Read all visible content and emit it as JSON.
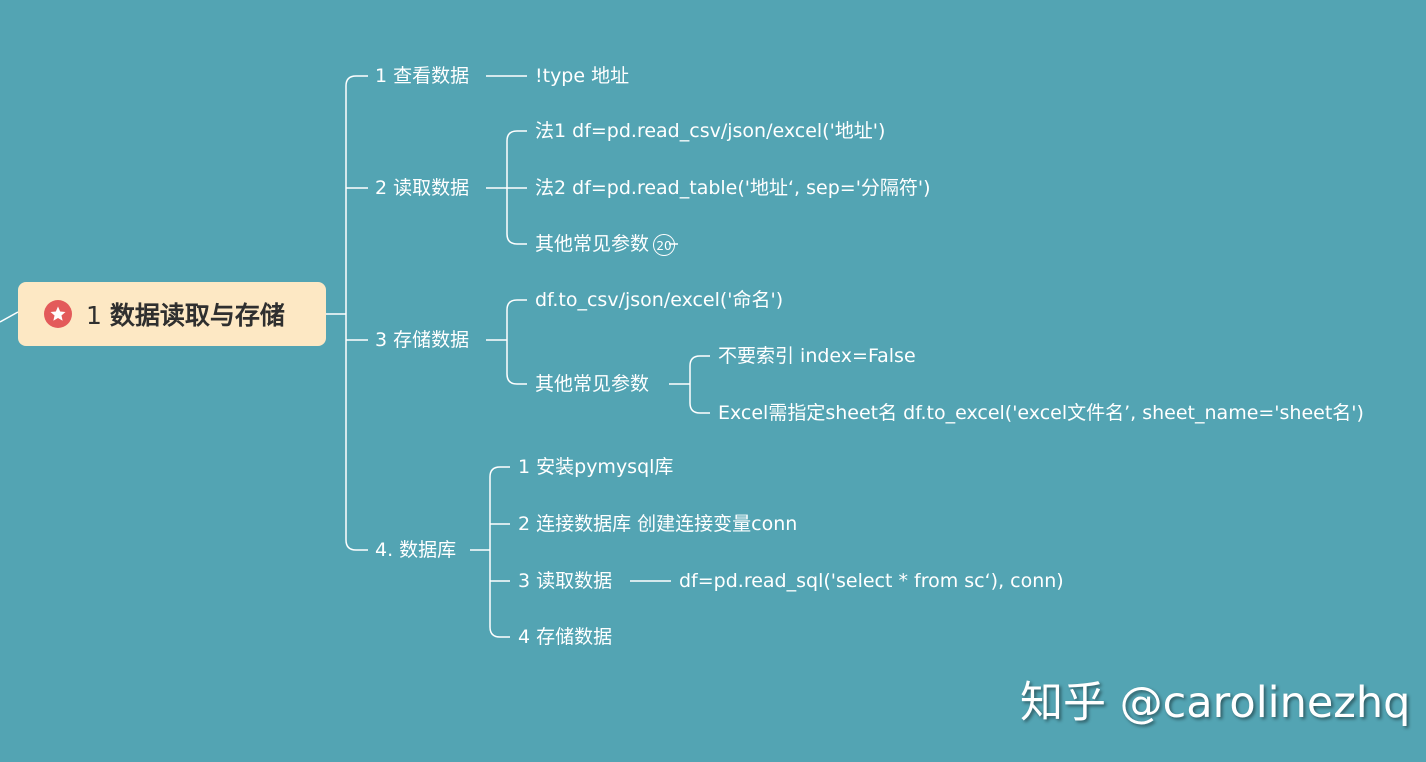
{
  "root": {
    "number": "1",
    "title": "数据读取与存储",
    "icon": "star-icon"
  },
  "branches": [
    {
      "label": "1 查看数据",
      "children": [
        {
          "label": "!type 地址"
        }
      ]
    },
    {
      "label": "2 读取数据",
      "children": [
        {
          "label": "法1  df=pd.read_csv/json/excel('地址')"
        },
        {
          "label": "法2  df=pd.read_table('地址‘, sep='分隔符')"
        },
        {
          "label": "其他常见参数",
          "badge": "20"
        }
      ]
    },
    {
      "label": "3 存储数据",
      "children": [
        {
          "label": "df.to_csv/json/excel('命名')"
        },
        {
          "label": "其他常见参数",
          "children": [
            {
              "label": "不要索引 index=False"
            },
            {
              "label": "Excel需指定sheet名 df.to_excel('excel文件名’, sheet_name='sheet名')"
            }
          ]
        }
      ]
    },
    {
      "label": "4. 数据库",
      "children": [
        {
          "label": "1 安装pymysql库"
        },
        {
          "label": "2 连接数据库  创建连接变量conn"
        },
        {
          "label": "3 读取数据",
          "children": [
            {
              "label": "df=pd.read_sql('select * from sc‘), conn)"
            }
          ]
        },
        {
          "label": "4 存储数据"
        }
      ]
    }
  ],
  "watermark": "知乎 @carolinezhq",
  "colors": {
    "background": "#53a4b3",
    "root_fill": "#fde8c4",
    "line": "#ffffff",
    "icon": "#e35a5a"
  }
}
